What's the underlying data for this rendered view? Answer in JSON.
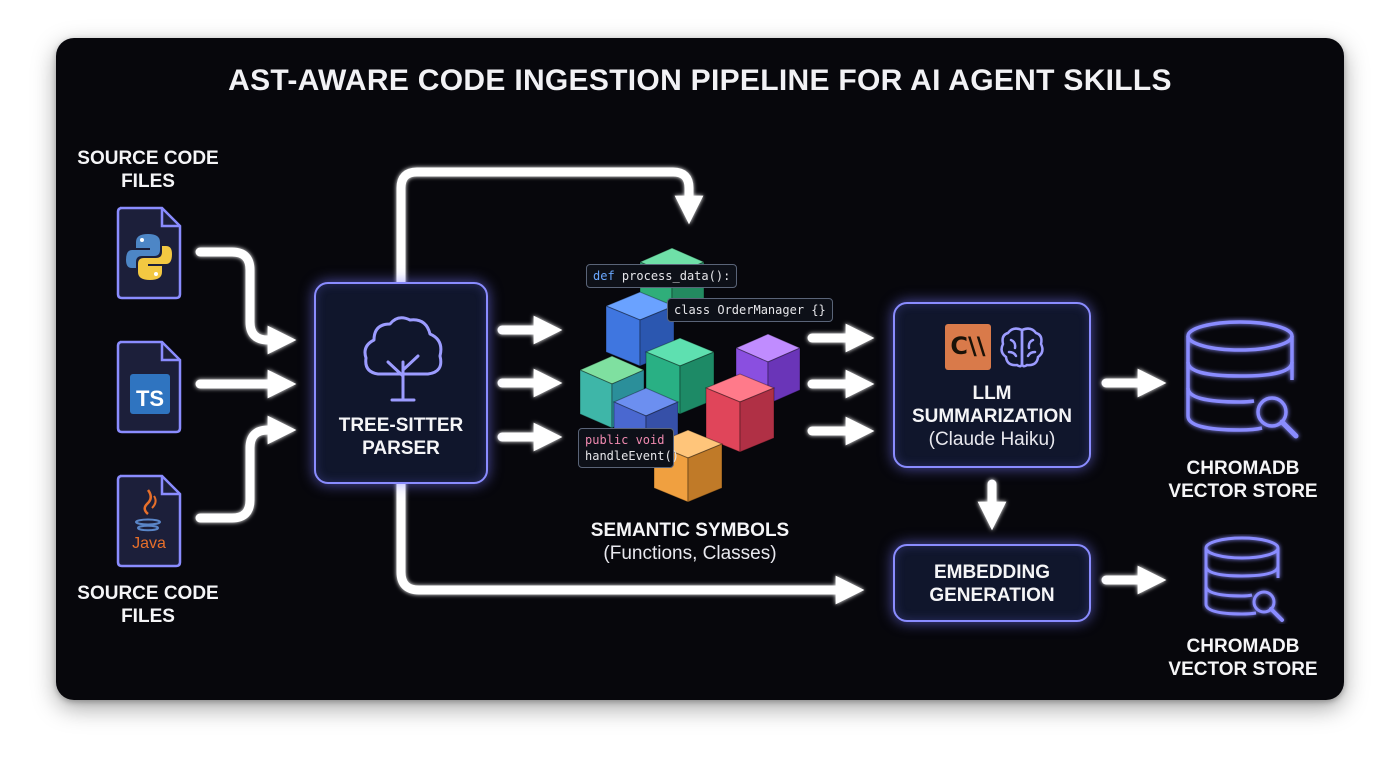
{
  "title": "AST-AWARE CODE INGESTION PIPELINE FOR AI AGENT SKILLS",
  "sources_top": [
    "SOURCE CODE",
    "FILES"
  ],
  "sources_bottom": [
    "SOURCE CODE",
    "FILES"
  ],
  "files": [
    {
      "icon": "python-icon",
      "text": ""
    },
    {
      "icon": "typescript-icon",
      "text": "TS"
    },
    {
      "icon": "java-icon",
      "text": "Java"
    }
  ],
  "parser": {
    "line1": "TREE-SITTER",
    "line2": "PARSER"
  },
  "code_tags": {
    "tag1_kw": "def",
    "tag1_rest": "process_data():",
    "tag2": "class OrderManager {}",
    "tag3_kw": "public void",
    "tag3_rest": "handleEvent()"
  },
  "symbols": {
    "line1": "SEMANTIC SYMBOLS",
    "line2": "(Functions, Classes)"
  },
  "llm": {
    "logo_text": "C\\\\",
    "line1": "LLM",
    "line2": "SUMMARIZATION",
    "line3": "(Claude Haiku)"
  },
  "embedding": {
    "line1": "EMBEDDING",
    "line2": "GENERATION"
  },
  "store_top": {
    "line1": "CHROMADB",
    "line2": "VECTOR STORE"
  },
  "store_bottom": {
    "line1": "CHROMADB",
    "line2": "VECTOR STORE"
  },
  "colors": {
    "background": "#07070c",
    "accent": "#8a8cff",
    "arrow": "#ffffff",
    "anthropic": "#d97a4a"
  }
}
